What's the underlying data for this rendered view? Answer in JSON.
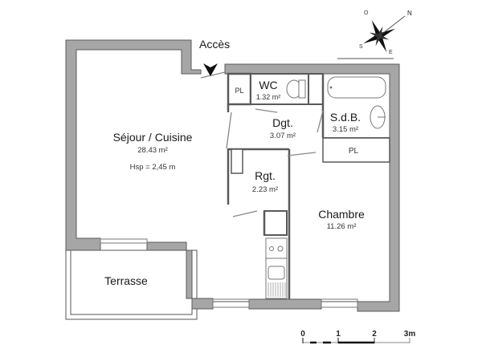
{
  "plan": {
    "entrance_label": "Accès",
    "height_note": "Hsp =  2,45 m",
    "rooms": [
      {
        "name": "Séjour / Cuisine",
        "area": "28.43 m²"
      },
      {
        "name": "WC",
        "area": "1.32 m²"
      },
      {
        "name": "Dgt.",
        "area": "3.07 m²"
      },
      {
        "name": "S.d.B.",
        "area": "3.15 m²"
      },
      {
        "name": "Rgt.",
        "area": "2.23  m²"
      },
      {
        "name": "Chambre",
        "area": "11.26 m²"
      },
      {
        "name": "Terrasse",
        "area": ""
      }
    ],
    "closets": [
      "PL",
      "PL"
    ]
  },
  "compass": {
    "north": "N",
    "south": "S",
    "east": "E",
    "west": "O"
  },
  "scale_bar": {
    "ticks": [
      "0",
      "1",
      "2",
      "3m"
    ]
  }
}
